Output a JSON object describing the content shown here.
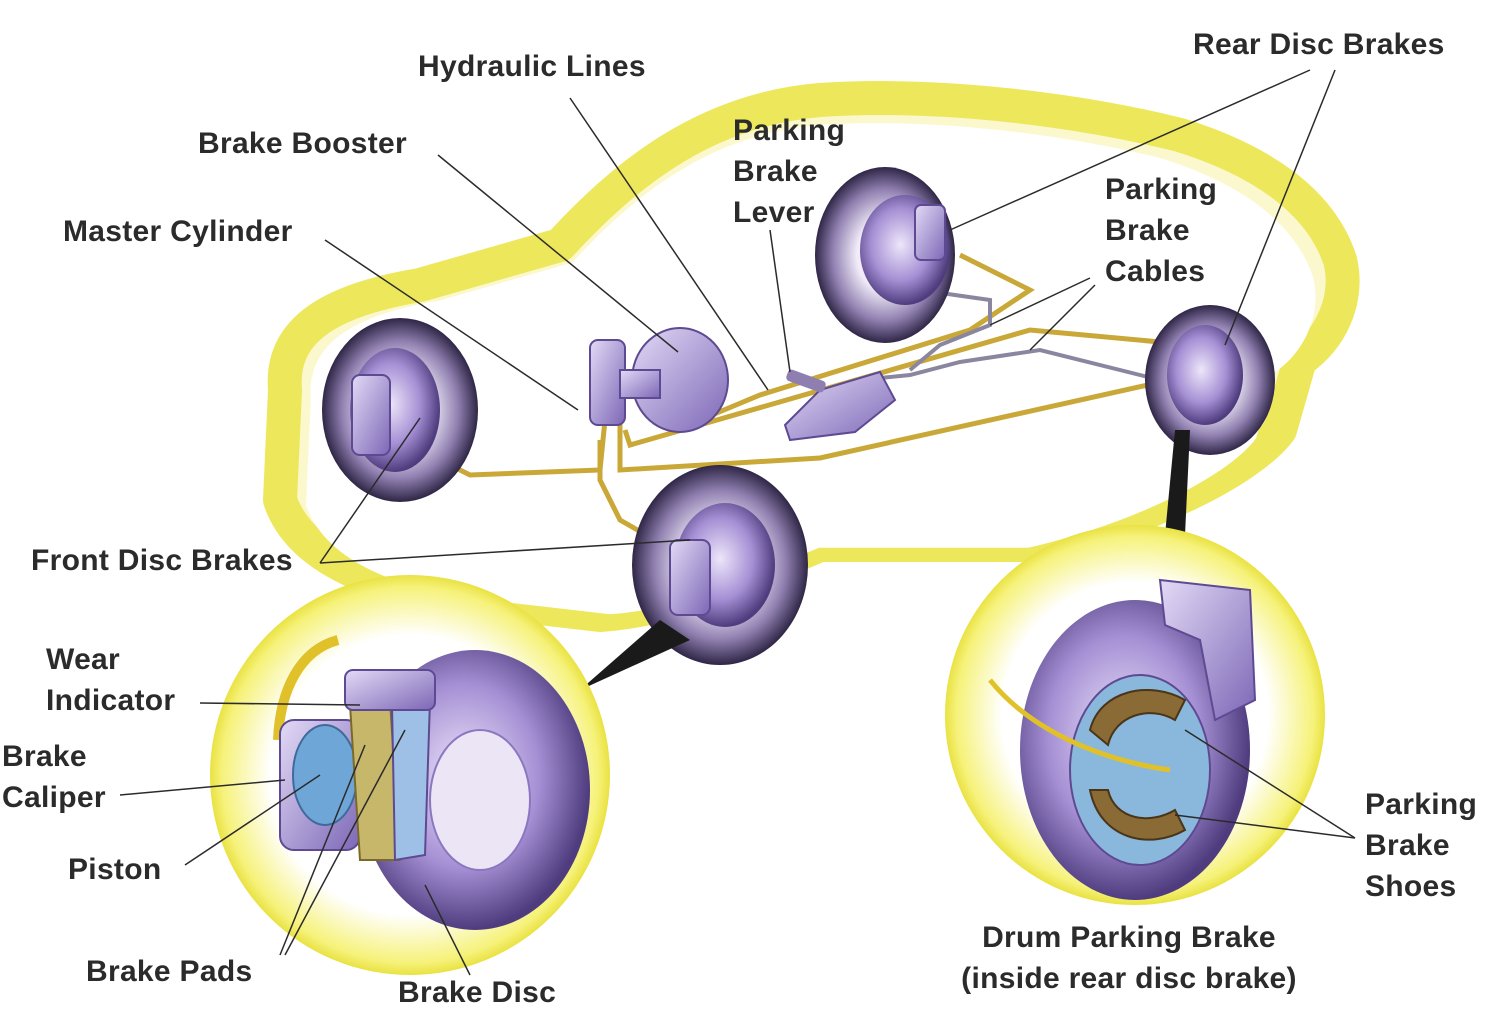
{
  "labels": {
    "hydraulic_lines": "Hydraulic Lines",
    "rear_disc_brakes": "Rear Disc Brakes",
    "brake_booster": "Brake Booster",
    "parking_brake_lever": [
      "Parking",
      "Brake",
      "Lever"
    ],
    "parking_brake_cables": [
      "Parking",
      "Brake",
      "Cables"
    ],
    "master_cylinder": "Master Cylinder",
    "front_disc_brakes": "Front Disc Brakes",
    "wear_indicator": [
      "Wear",
      "Indicator"
    ],
    "brake_caliper": [
      "Brake",
      "Caliper"
    ],
    "piston": "Piston",
    "brake_pads": "Brake Pads",
    "brake_disc": "Brake Disc",
    "parking_brake_shoes": [
      "Parking",
      "Brake",
      "Shoes"
    ],
    "drum_parking_brake": [
      "Drum Parking Brake",
      "(inside rear disc brake)"
    ]
  },
  "colors": {
    "glow": "#f3ef5a",
    "component": "#a995d6",
    "component_dark": "#5e4a92",
    "tire": "#3a2f55",
    "line": "#c9a838",
    "shoe": "#8a6a35",
    "piston": "#6fa6d8",
    "leader": "#2b2b2b"
  }
}
